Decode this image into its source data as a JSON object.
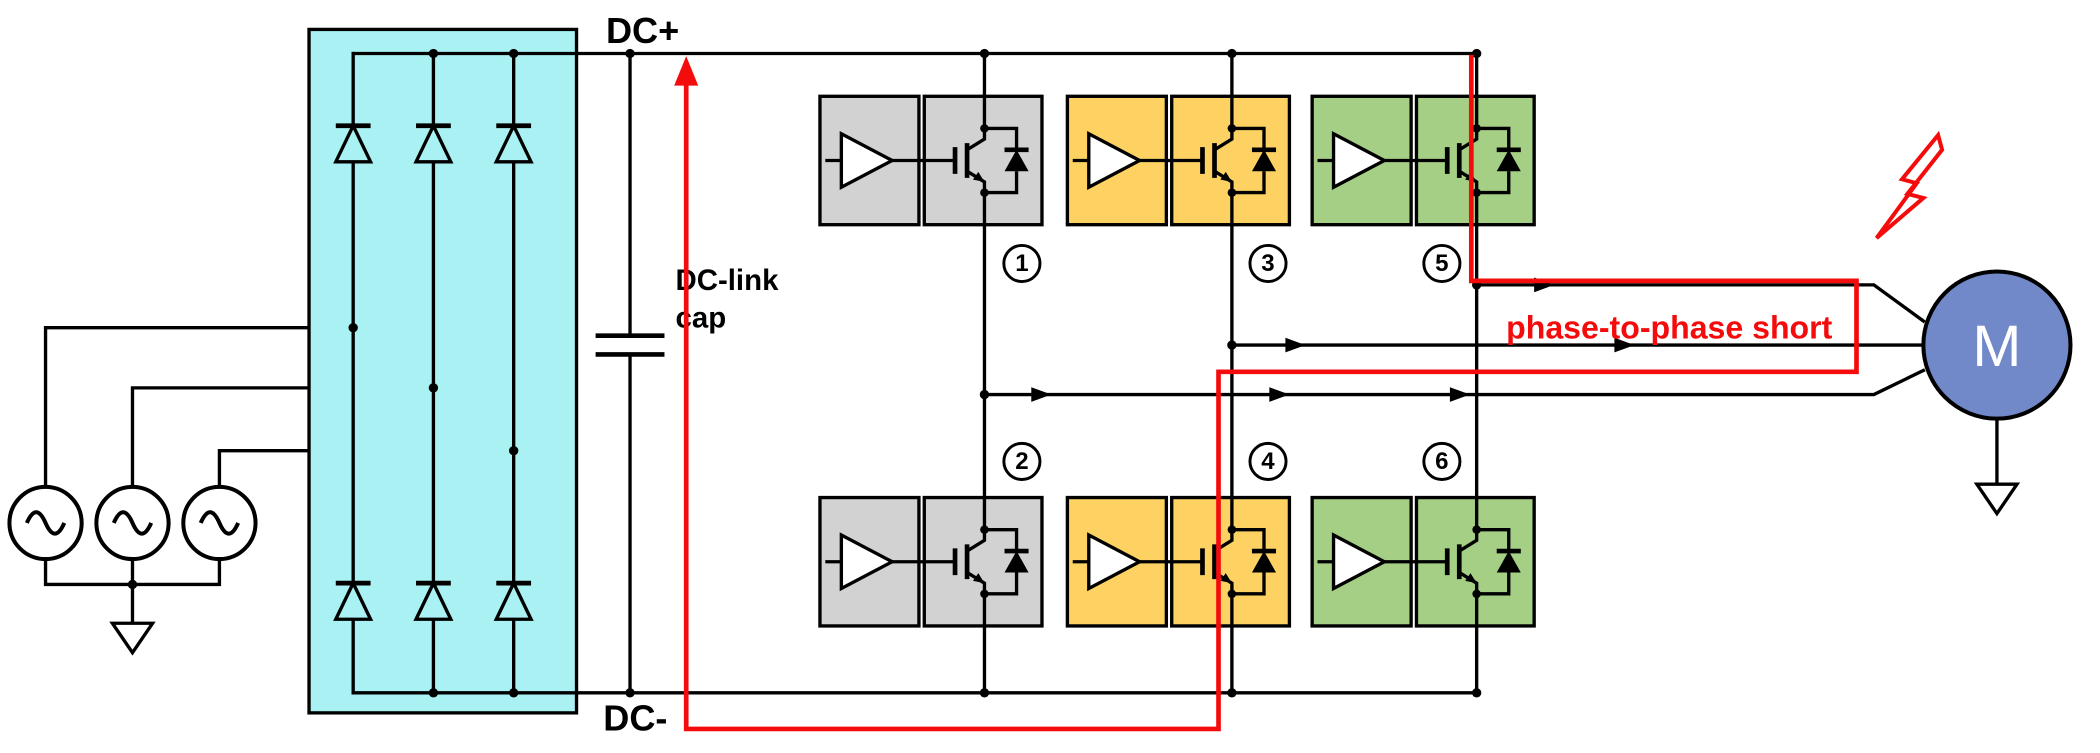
{
  "labels": {
    "dc_plus": "DC+",
    "dc_minus": "DC-",
    "dc_link_line1": "DC-link",
    "dc_link_line2": "cap",
    "fault": "phase-to-phase short",
    "motor": "M"
  },
  "switch_numbers": [
    "1",
    "2",
    "3",
    "4",
    "5",
    "6"
  ],
  "icons": {
    "fault_bolt": "lightning-bolt-icon",
    "ground": "ground-icon",
    "ac_source": "ac-source-icon",
    "diode": "diode-icon",
    "gate_driver": "gate-driver-buffer-icon",
    "igbt": "igbt-with-diode-icon"
  },
  "colors": {
    "rectifier_fill": "#a9f1f2",
    "gray_cell": "#d2d2d2",
    "yellow_cell": "#fdd262",
    "green_cell": "#a4cf84",
    "motor_fill": "#7289c9",
    "fault_red": "#f40c0c",
    "wire": "#000000"
  }
}
